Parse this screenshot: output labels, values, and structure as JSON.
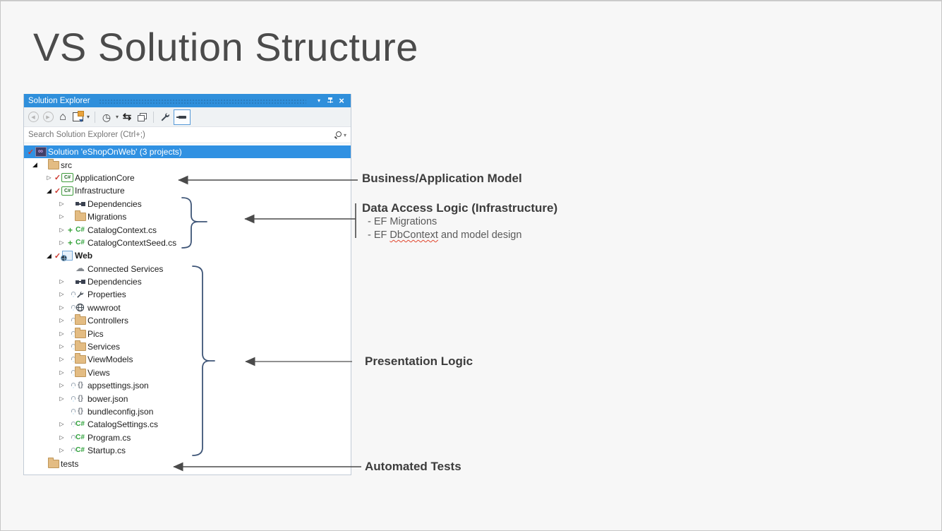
{
  "slide": {
    "title": "VS Solution Structure"
  },
  "solution_explorer": {
    "title": "Solution Explorer",
    "search_placeholder": "Search Solution Explorer (Ctrl+;)",
    "window_buttons": [
      "window-menu",
      "pin",
      "close"
    ],
    "toolbar_buttons": [
      "back",
      "forward",
      "home",
      "switch-views",
      "switch-views-dropdown",
      "pending-changes-filter",
      "pending-changes-dropdown",
      "sync-with-active-document",
      "collapse-all",
      "properties",
      "preview-selected-items"
    ],
    "tree": [
      {
        "level": 0,
        "expander": null,
        "check": true,
        "plus": false,
        "lock": false,
        "icon": "solution",
        "label": "Solution 'eShopOnWeb' (3 projects)",
        "bold": false,
        "selected": true
      },
      {
        "level": 1,
        "expander": "expanded",
        "check": false,
        "plus": false,
        "lock": false,
        "icon": "folder",
        "label": "src",
        "bold": false,
        "selected": false
      },
      {
        "level": 2,
        "expander": "collapsed",
        "check": true,
        "plus": false,
        "lock": false,
        "icon": "csproj",
        "label": "ApplicationCore",
        "bold": false,
        "selected": false
      },
      {
        "level": 2,
        "expander": "expanded",
        "check": true,
        "plus": false,
        "lock": false,
        "icon": "csproj",
        "label": "Infrastructure",
        "bold": false,
        "selected": false
      },
      {
        "level": 3,
        "expander": "collapsed",
        "check": false,
        "plus": false,
        "lock": false,
        "icon": "dependencies",
        "label": "Dependencies",
        "bold": false,
        "selected": false
      },
      {
        "level": 3,
        "expander": "collapsed",
        "check": false,
        "plus": false,
        "lock": false,
        "icon": "folder",
        "label": "Migrations",
        "bold": false,
        "selected": false
      },
      {
        "level": 3,
        "expander": "collapsed",
        "check": false,
        "plus": true,
        "lock": false,
        "icon": "cs",
        "label": "CatalogContext.cs",
        "bold": false,
        "selected": false
      },
      {
        "level": 3,
        "expander": "collapsed",
        "check": false,
        "plus": true,
        "lock": false,
        "icon": "cs",
        "label": "CatalogContextSeed.cs",
        "bold": false,
        "selected": false
      },
      {
        "level": 2,
        "expander": "expanded",
        "check": true,
        "plus": false,
        "lock": false,
        "icon": "web",
        "label": "Web",
        "bold": true,
        "selected": false
      },
      {
        "level": 3,
        "expander": null,
        "check": false,
        "plus": false,
        "lock": false,
        "icon": "cloud",
        "label": "Connected Services",
        "bold": false,
        "selected": false
      },
      {
        "level": 3,
        "expander": "collapsed",
        "check": false,
        "plus": false,
        "lock": false,
        "icon": "dependencies",
        "label": "Dependencies",
        "bold": false,
        "selected": false
      },
      {
        "level": 3,
        "expander": "collapsed",
        "check": false,
        "plus": false,
        "lock": true,
        "icon": "wrench",
        "label": "Properties",
        "bold": false,
        "selected": false
      },
      {
        "level": 3,
        "expander": "collapsed",
        "check": false,
        "plus": false,
        "lock": true,
        "icon": "globe",
        "label": "wwwroot",
        "bold": false,
        "selected": false
      },
      {
        "level": 3,
        "expander": "collapsed",
        "check": false,
        "plus": false,
        "lock": true,
        "icon": "folder",
        "label": "Controllers",
        "bold": false,
        "selected": false
      },
      {
        "level": 3,
        "expander": "collapsed",
        "check": false,
        "plus": false,
        "lock": true,
        "icon": "folder",
        "label": "Pics",
        "bold": false,
        "selected": false
      },
      {
        "level": 3,
        "expander": "collapsed",
        "check": false,
        "plus": false,
        "lock": true,
        "icon": "folder",
        "label": "Services",
        "bold": false,
        "selected": false
      },
      {
        "level": 3,
        "expander": "collapsed",
        "check": false,
        "plus": false,
        "lock": true,
        "icon": "folder",
        "label": "ViewModels",
        "bold": false,
        "selected": false
      },
      {
        "level": 3,
        "expander": "collapsed",
        "check": false,
        "plus": false,
        "lock": true,
        "icon": "folder",
        "label": "Views",
        "bold": false,
        "selected": false
      },
      {
        "level": 3,
        "expander": "collapsed",
        "check": false,
        "plus": false,
        "lock": true,
        "icon": "json",
        "label": "appsettings.json",
        "bold": false,
        "selected": false
      },
      {
        "level": 3,
        "expander": "collapsed",
        "check": false,
        "plus": false,
        "lock": true,
        "icon": "json",
        "label": "bower.json",
        "bold": false,
        "selected": false
      },
      {
        "level": 3,
        "expander": null,
        "check": false,
        "plus": false,
        "lock": true,
        "icon": "json",
        "label": "bundleconfig.json",
        "bold": false,
        "selected": false
      },
      {
        "level": 3,
        "expander": "collapsed",
        "check": false,
        "plus": false,
        "lock": true,
        "icon": "cs",
        "label": "CatalogSettings.cs",
        "bold": false,
        "selected": false
      },
      {
        "level": 3,
        "expander": "collapsed",
        "check": false,
        "plus": false,
        "lock": true,
        "icon": "cs",
        "label": "Program.cs",
        "bold": false,
        "selected": false
      },
      {
        "level": 3,
        "expander": "collapsed",
        "check": false,
        "plus": false,
        "lock": true,
        "icon": "cs",
        "label": "Startup.cs",
        "bold": false,
        "selected": false
      },
      {
        "level": 1,
        "expander": null,
        "check": false,
        "plus": false,
        "lock": false,
        "icon": "folder",
        "label": "tests",
        "bold": false,
        "selected": false
      }
    ]
  },
  "annotations": [
    {
      "id": "business",
      "heading": "Business/Application Model",
      "items": []
    },
    {
      "id": "data-access",
      "heading": "Data Access Logic (Infrastructure)",
      "items": [
        [
          {
            "text": "- EF Migrations"
          }
        ],
        [
          {
            "text": "- EF "
          },
          {
            "text": "DbContext",
            "squiggle": true
          },
          {
            "text": " and model design"
          }
        ]
      ]
    },
    {
      "id": "presentation",
      "heading": "Presentation Logic",
      "items": []
    },
    {
      "id": "tests",
      "heading": "Automated Tests",
      "items": []
    }
  ],
  "colors": {
    "titlebar_blue": "#2F8FDB",
    "selection_blue": "#3091E2",
    "folder_tan": "#E3BC83",
    "check_red": "#CE3A30",
    "csharp_green": "#2FA13A",
    "lock_blue": "#3D9AD9",
    "brace_navy": "#3E5577",
    "arrow_gray": "#4A4A4A"
  }
}
